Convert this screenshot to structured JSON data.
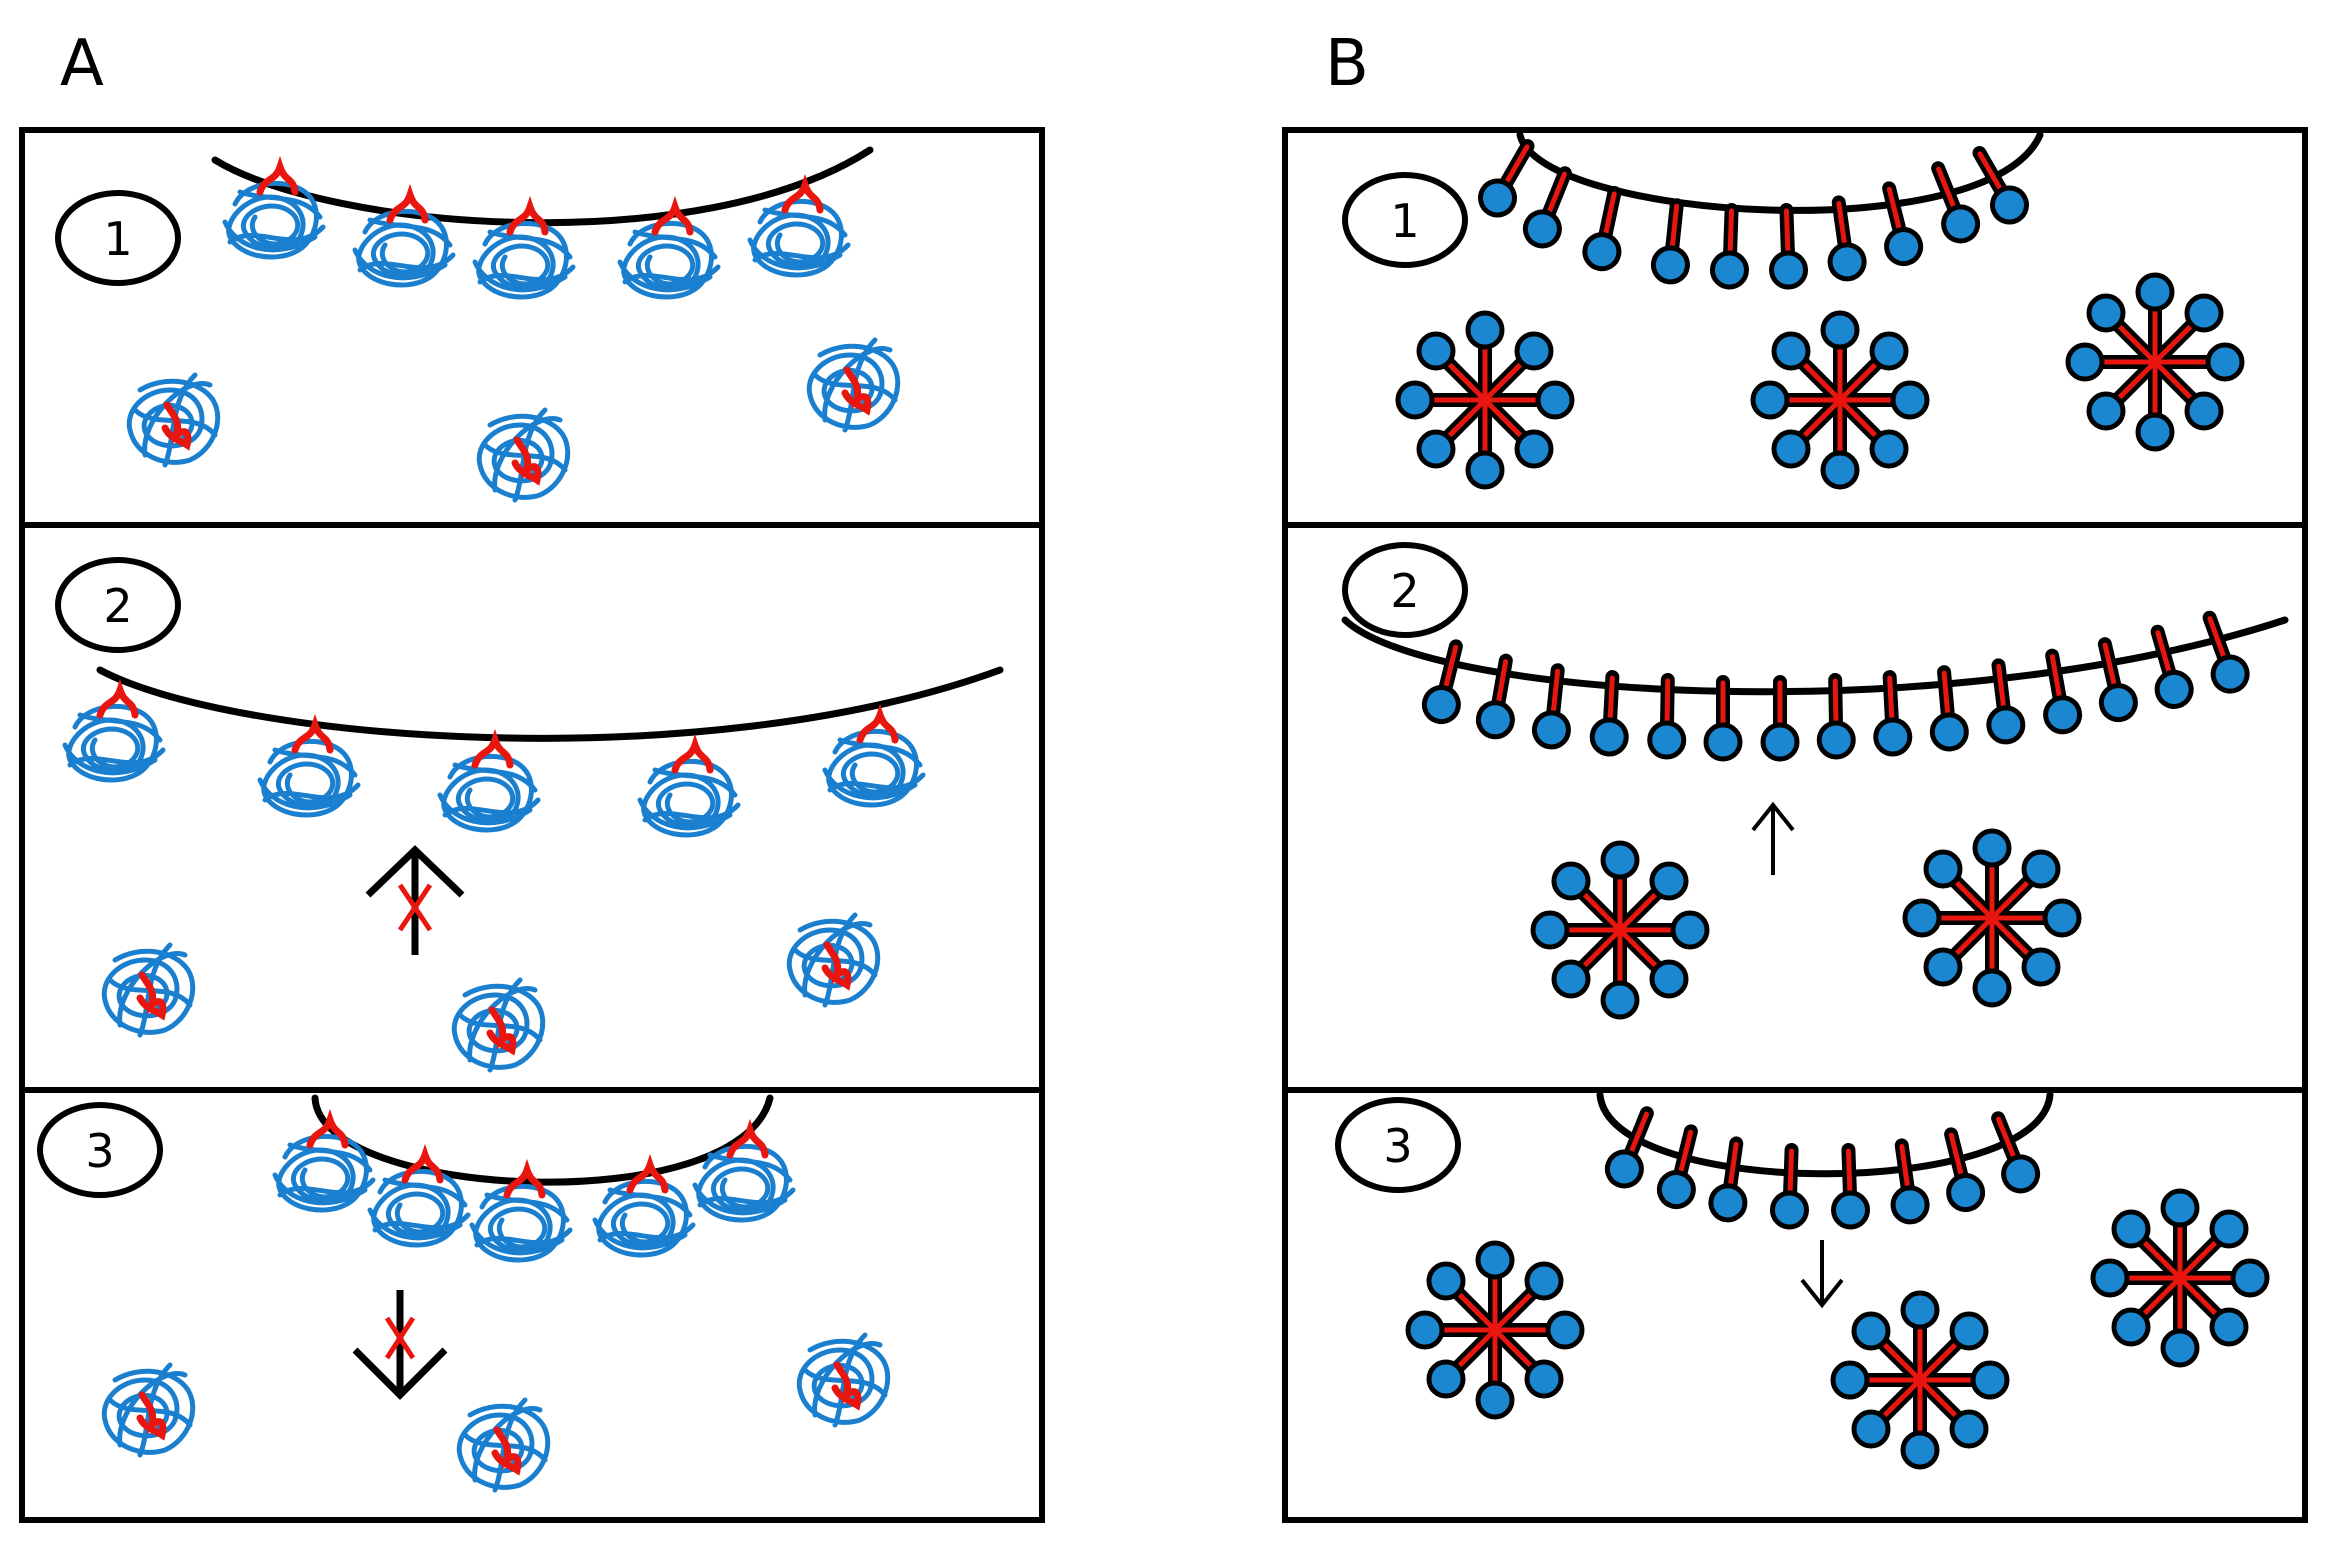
{
  "panels": {
    "a": {
      "letter": "A",
      "steps": [
        {
          "number": "1"
        },
        {
          "number": "2"
        },
        {
          "number": "3"
        }
      ]
    },
    "b": {
      "letter": "B",
      "steps": [
        {
          "number": "1"
        },
        {
          "number": "2"
        },
        {
          "number": "3"
        }
      ]
    }
  },
  "colors": {
    "protein_blue": "#1a7fcf",
    "lipid_blue": "#1a87d0",
    "marker_red": "#e8160f",
    "outline_black": "#000000"
  },
  "icons": {
    "protein": "tangled-protein-icon",
    "micelle": "micelle-icon",
    "arrow_up": "arrow-up-icon",
    "arrow_down": "arrow-down-icon",
    "blocked": "red-x-icon"
  }
}
